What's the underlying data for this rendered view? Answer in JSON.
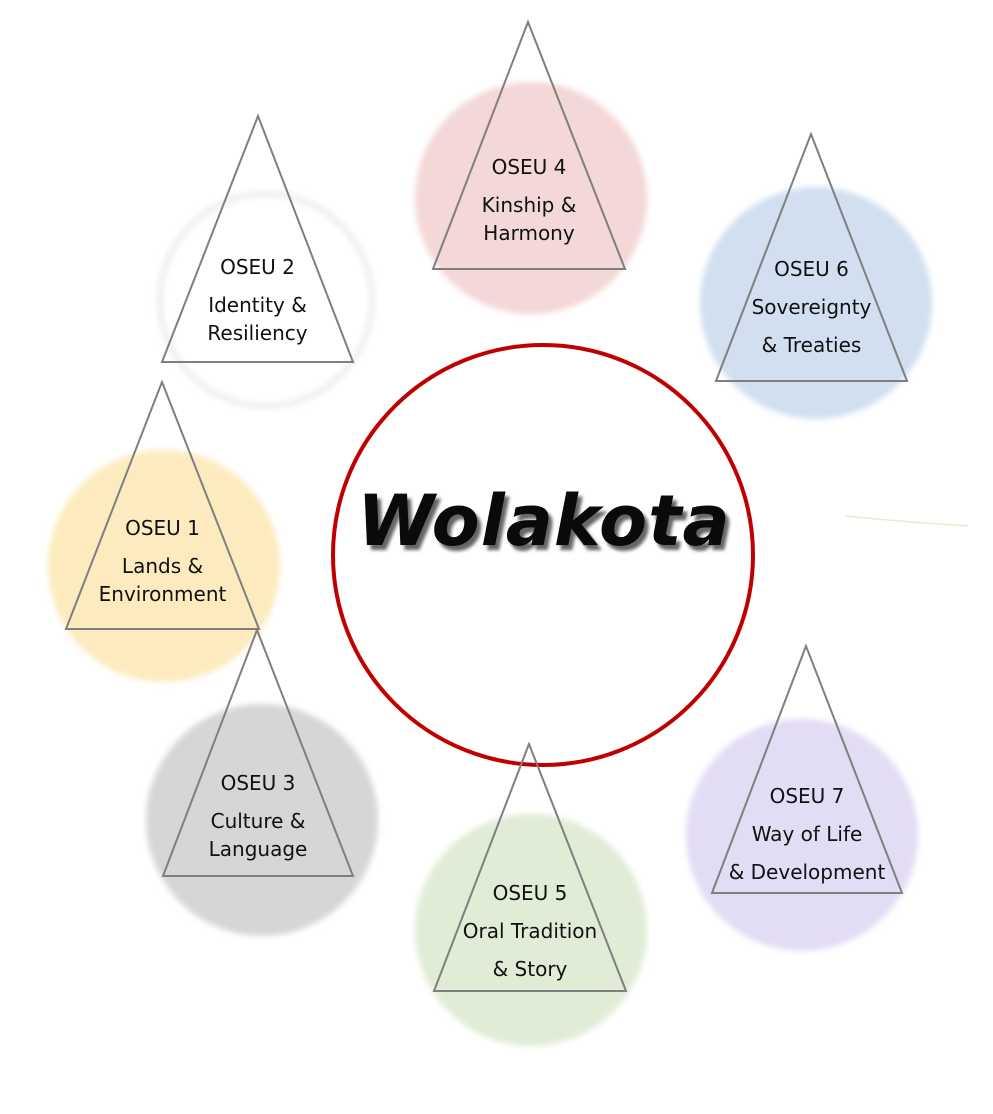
{
  "center": {
    "title": "Wolakota",
    "ring_color": "#c00000"
  },
  "units": [
    {
      "id": "oseu-1",
      "lines": [
        "OSEU 1",
        "Lands &",
        "Environment"
      ],
      "circle_color": "#fdebbf"
    },
    {
      "id": "oseu-2",
      "lines": [
        "OSEU 2",
        "Identity &",
        "Resiliency"
      ],
      "circle_color": "#ffffff"
    },
    {
      "id": "oseu-3",
      "lines": [
        "OSEU 3",
        "Culture &",
        "Language"
      ],
      "circle_color": "#d6d6d6"
    },
    {
      "id": "oseu-4",
      "lines": [
        "OSEU 4",
        "Kinship &",
        "Harmony"
      ],
      "circle_color": "#f4d7d7"
    },
    {
      "id": "oseu-5",
      "lines": [
        "OSEU 5",
        "Oral Tradition",
        "& Story"
      ],
      "circle_color": "#e1ecd6"
    },
    {
      "id": "oseu-6",
      "lines": [
        "OSEU 6",
        "Sovereignty",
        "& Treaties"
      ],
      "circle_color": "#d2dff1"
    },
    {
      "id": "oseu-7",
      "lines": [
        "OSEU 7",
        "Way of Life",
        "& Development"
      ],
      "circle_color": "#e3dcf5"
    }
  ]
}
